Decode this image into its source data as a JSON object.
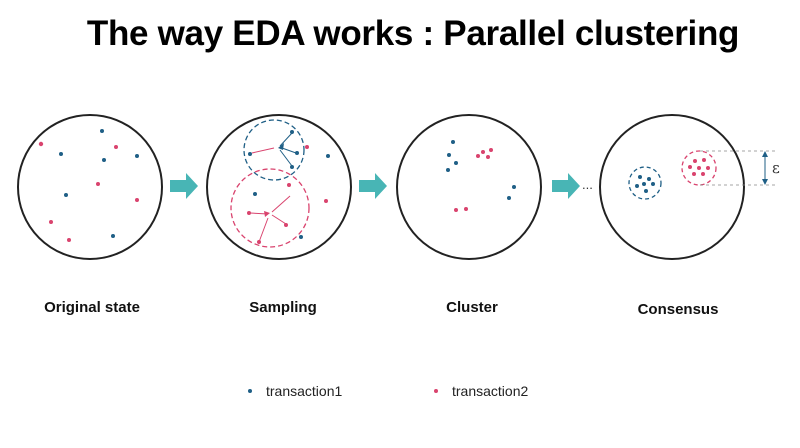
{
  "title": "The way EDA works : Parallel clustering",
  "colors": {
    "transaction1": "#1f5f86",
    "transaction2": "#d9436e",
    "arrow": "#48b5b5",
    "circle": "#222222"
  },
  "stages": [
    {
      "label": "Original state"
    },
    {
      "label": "Sampling"
    },
    {
      "label": "Cluster"
    },
    {
      "label": "Consensus"
    }
  ],
  "ellipsis": "...",
  "epsilon": "ε",
  "legend": [
    {
      "label": "transaction1",
      "color": "#1f5f86"
    },
    {
      "label": "transaction2",
      "color": "#d9436e"
    }
  ]
}
